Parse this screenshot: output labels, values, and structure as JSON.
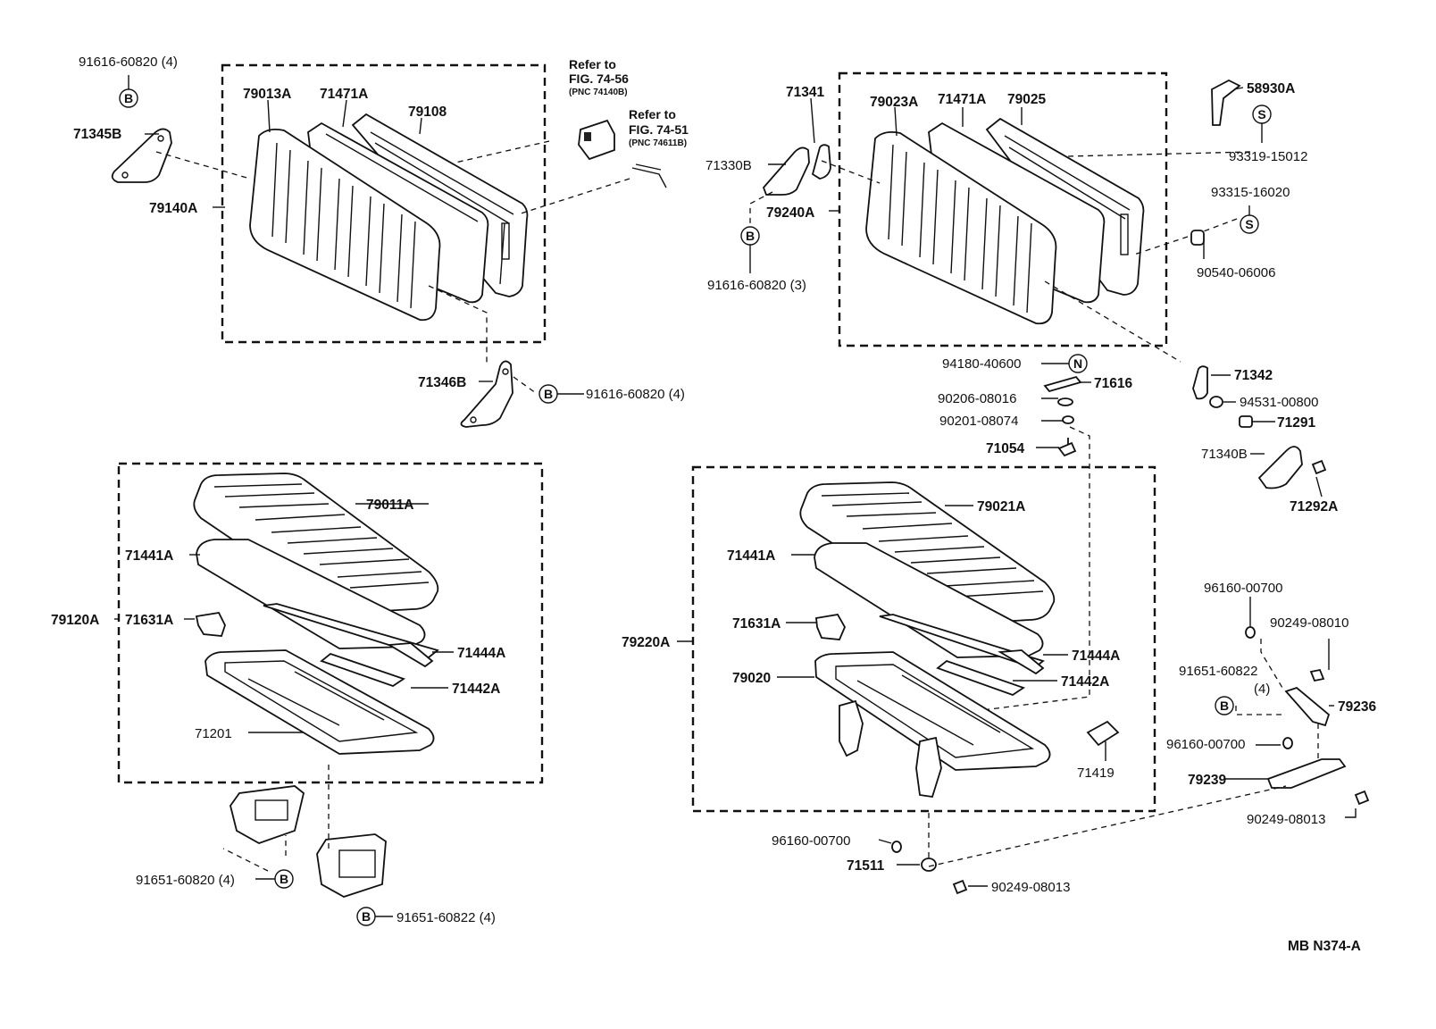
{
  "diagram": {
    "id_code": "MB N374-A",
    "refs": [
      {
        "line1": "Refer to",
        "line2": "FIG. 74-56",
        "line3": "(PNC 74140B)"
      },
      {
        "line1": "Refer to",
        "line2": "FIG. 74-51",
        "line3": "(PNC 74611B)"
      }
    ],
    "symbols": {
      "bolt": "B",
      "screw": "S",
      "nut": "N"
    },
    "labels": {
      "p91616_60820_4a": "91616-60820 (4)",
      "p71345B": "71345B",
      "p79013A": "79013A",
      "p71471A_l": "71471A",
      "p79108": "79108",
      "p79140A": "79140A",
      "p71346B": "71346B",
      "p91616_60820_4b": "91616-60820 (4)",
      "p71341": "71341",
      "p71330B": "71330B",
      "p79240A": "79240A",
      "p91616_60820_3": "91616-60820 (3)",
      "p79023A": "79023A",
      "p71471A_r": "71471A",
      "p79025": "79025",
      "p58930A": "58930A",
      "p93319_15012": "93319-15012",
      "p93315_16020": "93315-16020",
      "p90540_06006": "90540-06006",
      "p94180_40600": "94180-40600",
      "p71616": "71616",
      "p90206_08016": "90206-08016",
      "p90201_08074": "90201-08074",
      "p71054": "71054",
      "p71342": "71342",
      "p94531_00800": "94531-00800",
      "p71291": "71291",
      "p71340B": "71340B",
      "p71292A": "71292A",
      "p79011A": "79011A",
      "p71441A_l": "71441A",
      "p79120A": "79120A",
      "p71631A_l": "71631A",
      "p71444A_l": "71444A",
      "p71442A_l": "71442A",
      "p71201": "71201",
      "p91651_60820_4": "91651-60820 (4)",
      "p91651_60822_4": "91651-60822 (4)",
      "p79021A": "79021A",
      "p71441A_r": "71441A",
      "p71631A_r": "71631A",
      "p79220A": "79220A",
      "p71444A_r": "71444A",
      "p79020": "79020",
      "p71442A_r": "71442A",
      "p71419": "71419",
      "p96160_00700_a": "96160-00700",
      "p71511": "71511",
      "p90249_08013_a": "90249-08013",
      "p96160_00700_b": "96160-00700",
      "p90249_08010": "90249-08010",
      "p91651_60822": "91651-60822",
      "p91651_60822_qty": "(4)",
      "p79236": "79236",
      "p96160_00700_c": "96160-00700",
      "p79239": "79239",
      "p90249_08013_b": "90249-08013"
    }
  }
}
